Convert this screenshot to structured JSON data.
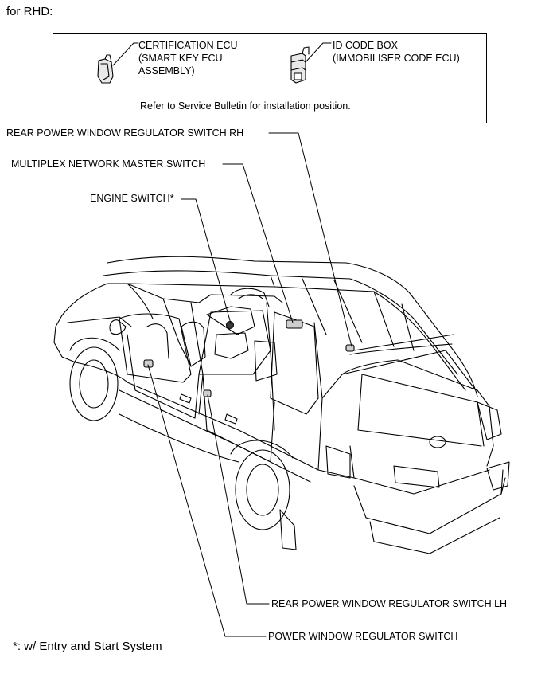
{
  "header": {
    "text": "for RHD:"
  },
  "box": {
    "certification_ecu": {
      "lines": [
        "CERTIFICATION ECU",
        "(SMART KEY ECU",
        "ASSEMBLY)"
      ],
      "icon": "ecu-part-icon"
    },
    "id_code_box": {
      "lines": [
        "ID CODE BOX",
        "(IMMOBILISER CODE ECU)"
      ],
      "icon": "code-box-part-icon"
    },
    "note": "Refer to Service Bulletin for installation position."
  },
  "callouts": {
    "rear_rh": "REAR POWER WINDOW REGULATOR SWITCH RH",
    "multiplex": "MULTIPLEX NETWORK MASTER SWITCH",
    "engine": "ENGINE SWITCH*",
    "rear_lh": "REAR POWER WINDOW REGULATOR SWITCH LH",
    "power_window": "POWER WINDOW REGULATOR SWITCH"
  },
  "footnote": "*: w/ Entry and Start System"
}
